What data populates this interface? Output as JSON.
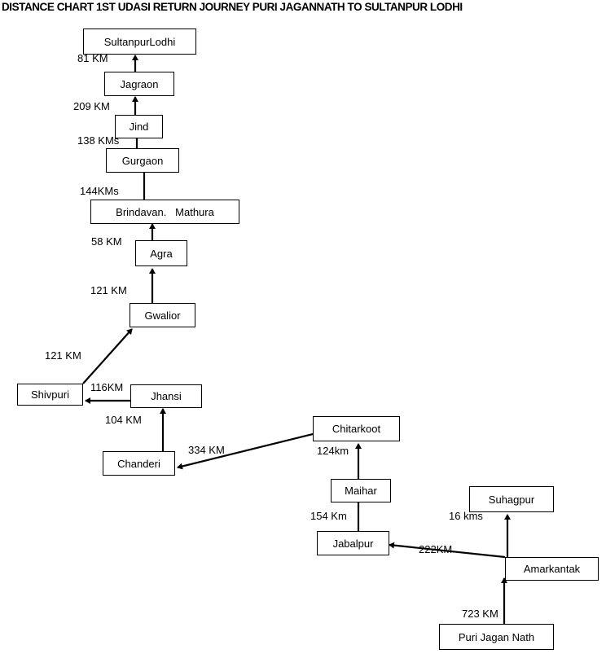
{
  "title": "DISTANCE CHART 1ST UDASI RETURN JOURNEY PURI JAGANNATH TO SULTANPUR LODHI",
  "nodes": {
    "sultanpur": "SultanpurLodhi",
    "jagraon": "Jagraon",
    "jind": "Jind",
    "gurgaon": "Gurgaon",
    "brindavan": "Brindavan.   Mathura",
    "agra": "Agra",
    "gwalior": "Gwalior",
    "shivpuri": "Shivpuri",
    "jhansi": "Jhansi",
    "chanderi": "Chanderi",
    "chitarkoot": "Chitarkoot",
    "maihar": "Maihar",
    "jabalpur": "Jabalpur",
    "suhagpur": "Suhagpur",
    "amarkantak": "Amarkantak",
    "puri": "Puri Jagan Nath"
  },
  "distances": {
    "jagraon_sultanpur": "81 KM",
    "jind_jagraon": "209 KM",
    "gurgaon_jind": "138 KMs",
    "brindavan_gurgaon": "144KMs",
    "agra_brindavan": "58 KM",
    "gwalior_agra": "121 KM",
    "shivpuri_gwalior": "121 KM",
    "jhansi_shivpuri": "116KM",
    "chanderi_jhansi": "104 KM",
    "chitarkoot_chanderi": "334 KM",
    "maihar_chitarkoot": "124km",
    "jabalpur_maihar": "154 Km",
    "amarkantak_jabalpur": "222KM",
    "amarkantak_suhagpur": "16 kms",
    "puri_amarkantak": "723 KM"
  }
}
